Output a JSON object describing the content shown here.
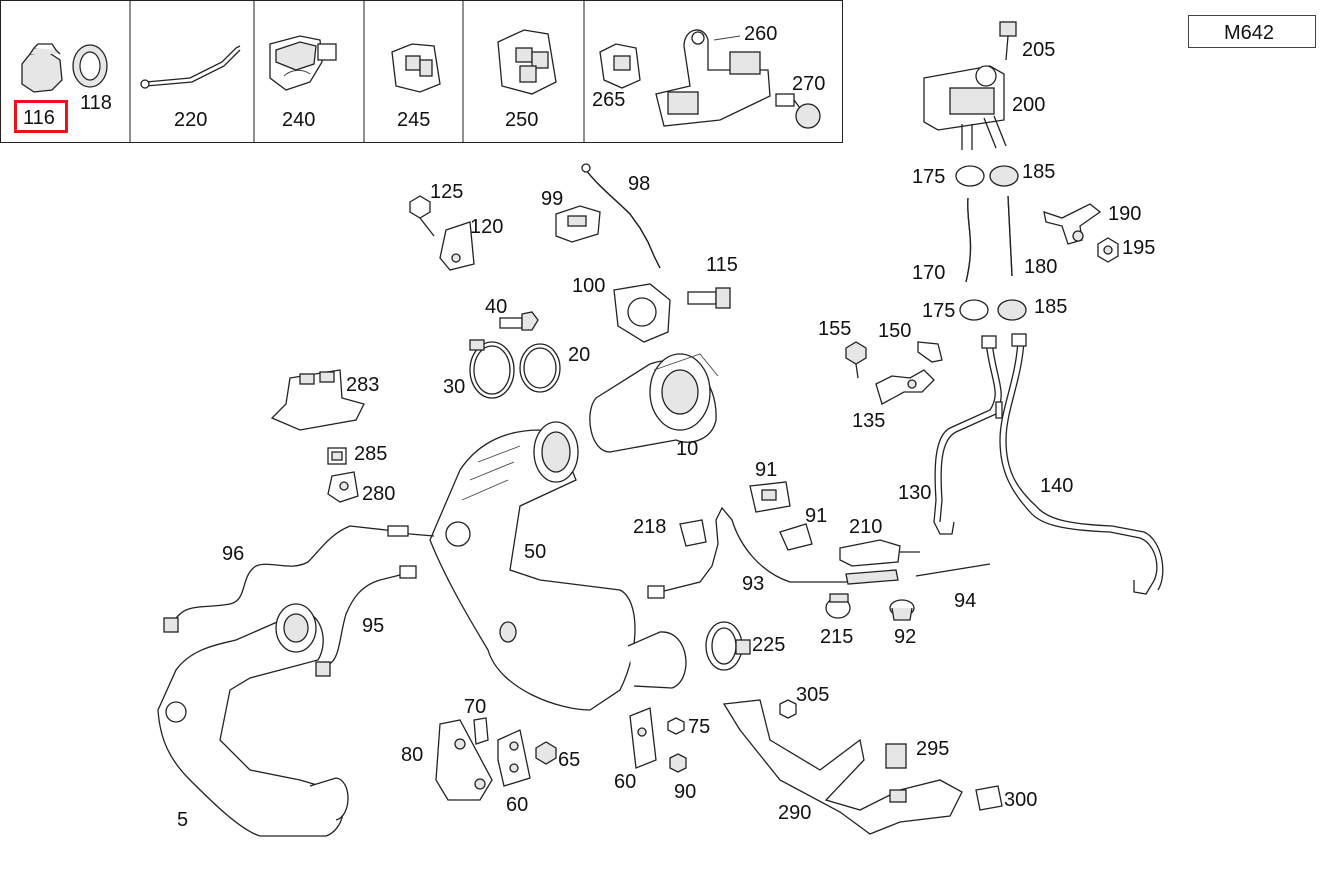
{
  "model": "M642",
  "highlighted_part": "116",
  "inset_parts": [
    "116",
    "118",
    "220",
    "240",
    "245",
    "250",
    "265",
    "260",
    "270"
  ],
  "callouts": [
    "205",
    "200",
    "175",
    "185",
    "190",
    "195",
    "170",
    "180",
    "125",
    "120",
    "99",
    "98",
    "115",
    "100",
    "40",
    "20",
    "30",
    "155",
    "150",
    "135",
    "10",
    "283",
    "285",
    "280",
    "91",
    "218",
    "210",
    "130",
    "140",
    "96",
    "50",
    "93",
    "94",
    "215",
    "92",
    "95",
    "225",
    "305",
    "70",
    "80",
    "65",
    "75",
    "60",
    "60",
    "90",
    "295",
    "300",
    "290",
    "5"
  ],
  "icon_names": [
    "plug-screw-icon",
    "sealing-ring-icon",
    "cable-tie-icon",
    "holder-clip-icon",
    "bracket-clip-icon",
    "pressure-sensor-icon",
    "catalytic-converter-icon",
    "particulate-filter-icon",
    "exhaust-temperature-sensor-icon",
    "bolt-icon",
    "pipe-clamp-icon",
    "hose-icon",
    "line-icon"
  ],
  "colors": {
    "highlight": "#e8141c",
    "line": "#222222",
    "part_fill": "#e6e6e6"
  }
}
